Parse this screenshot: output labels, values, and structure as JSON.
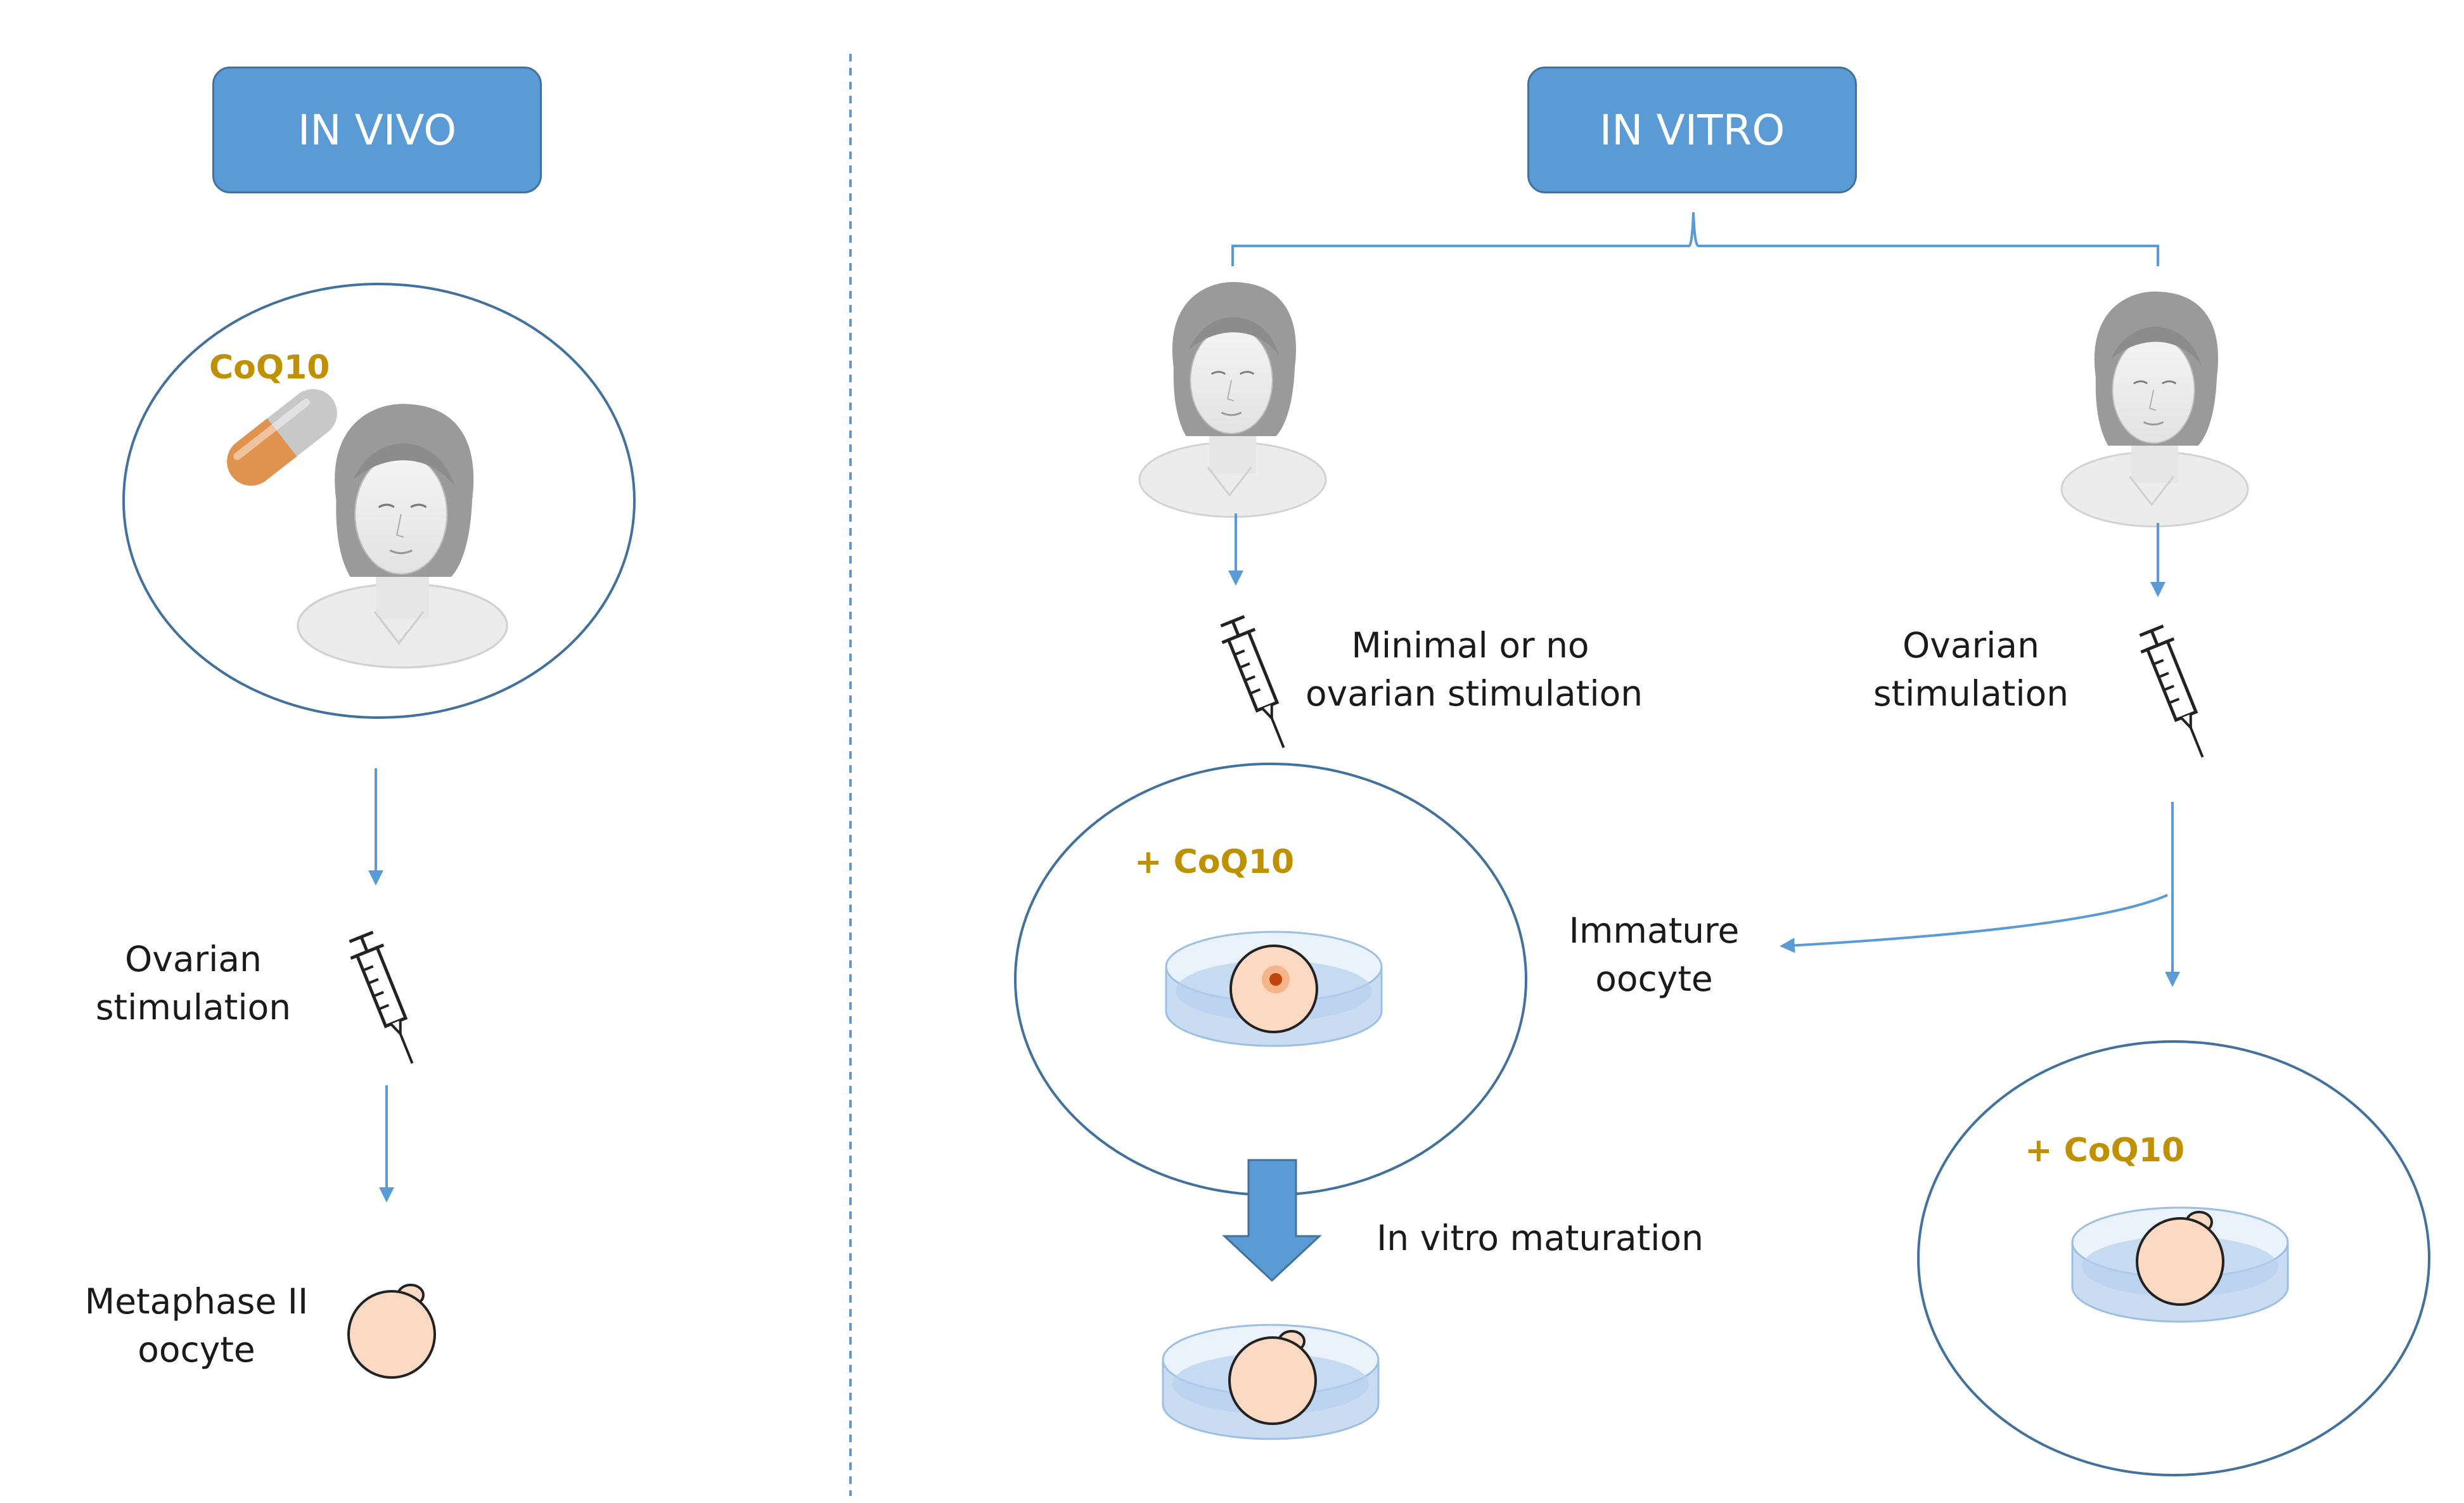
{
  "colors": {
    "header_fill": "#5b9bd5",
    "arrow": "#5b9bd5",
    "coq10_text": "#bf9000",
    "oocyte_fill": "#fbd9c2",
    "dish_fill": "#c9dcf2",
    "capsule_orange": "#e0934e",
    "capsule_grey": "#c8c8c8"
  },
  "in_vivo": {
    "header": "IN VIVO",
    "coq10_label": "CoQ10",
    "stimulation_line1": "Ovarian",
    "stimulation_line2": "stimulation",
    "oocyte_line1": "Metaphase II",
    "oocyte_line2": "oocyte"
  },
  "in_vitro": {
    "header": "IN VITRO",
    "left_branch": {
      "stimulation_line1": "Minimal or no",
      "stimulation_line2": "ovarian stimulation",
      "coq10_label": "+ CoQ10",
      "maturation_label": "In vitro maturation"
    },
    "right_branch": {
      "stimulation_line1": "Ovarian",
      "stimulation_line2": "stimulation",
      "coq10_label": "+ CoQ10"
    },
    "immature_line1": "Immature",
    "immature_line2": "oocyte"
  },
  "icons": [
    "capsule-icon",
    "woman-icon",
    "syringe-icon",
    "petri-dish-icon",
    "oocyte-icon"
  ]
}
